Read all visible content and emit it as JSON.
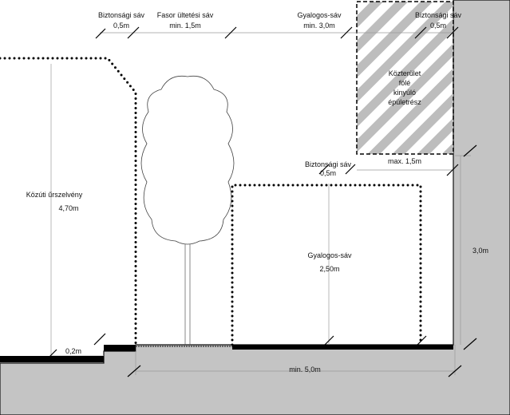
{
  "labels": {
    "safety_strip_1": "Biztonsági sáv",
    "safety_strip_1_width": "0,5m",
    "tree_strip": "Fasor ültetési sáv",
    "tree_strip_width": "min. 1,5m",
    "sidewalk_top": "Gyalogos-sáv",
    "sidewalk_top_width": "min. 3,0m",
    "safety_strip_2": "Biztonsági sáv",
    "safety_strip_2_width": "0,5m",
    "projection_line1": "Közterület",
    "projection_line2": "fölé",
    "projection_line3": "kinyúló",
    "projection_line4": "épületrész",
    "safety_strip_3": "Biztonsági sáv",
    "safety_strip_3_width": "0,5m",
    "projection_max": "max. 1,5m",
    "road_clearance": "Közúti űrszelvény",
    "road_clearance_height": "4,70m",
    "sidewalk_mid": "Gyalogos-sáv",
    "sidewalk_mid_height": "2,50m",
    "building_height": "3,0m",
    "curb_height": "0,2m",
    "total_width": "min. 5,0m"
  },
  "colors": {
    "ground": "#c4c4c4",
    "hatch": "#bdbdbd",
    "ink": "#000000"
  }
}
